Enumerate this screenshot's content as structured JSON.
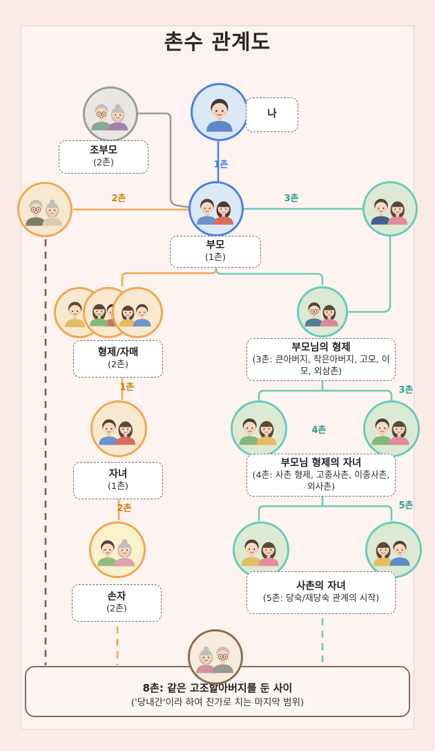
{
  "title": "촌수 관계도",
  "me_box_label": "나",
  "boxes": {
    "grandparents": {
      "title": "조부모",
      "subtitle": "(2촌)"
    },
    "parents": {
      "title": "부모",
      "subtitle": "(1촌)"
    },
    "siblings": {
      "title": "형제/자매",
      "subtitle": "(2촌)"
    },
    "parents_siblings": {
      "title": "부모님의 형제",
      "subtitle": "(3촌: 큰아버지, 작은아버지, 고모, 이모, 외삼촌)"
    },
    "children": {
      "title": "자녀",
      "subtitle": "(1촌)"
    },
    "parents_siblings_children": {
      "title": "부모님 형제의 자녀",
      "subtitle": "(4촌: 사촌 형제, 고종사촌, 이종사촌, 외사촌)"
    },
    "grandchildren": {
      "title": "손자",
      "subtitle": "(2촌)"
    },
    "cousins_children": {
      "title": "사촌의 자녀",
      "subtitle": "(5촌: 당숙/재당숙 관계의 시작)"
    }
  },
  "edge_labels": {
    "me_to_parents": "1촌",
    "grandparents_to_parents": "2촌",
    "parents_to_uncle": "3촌",
    "siblings_to_children": "1촌",
    "children_to_grandchildren": "2촌",
    "uncle_branch": "3촌",
    "between_cousins": "4촌",
    "cousins_branch": "5촌"
  },
  "footer": {
    "line1": "8촌: 같은 고조할아버지를 둔 사이",
    "line2": "('당내간'이라 하여 친가로 치는 마지막 범위)"
  },
  "avatars": {
    "grandparents": "elderly-couple-icon",
    "me": "young-man-icon",
    "maternal_grandparents": "elderly-couple-icon",
    "parents": "adult-couple-icon",
    "uncle_aunt": "adult-couple-icon",
    "siblings": "three-siblings-icon",
    "parents_siblings": "adult-couple-glasses-icon",
    "children": "boy-and-girl-icon",
    "cousin_left": "adult-couple-icon",
    "cousin_right": "adult-couple-icon",
    "grandchildren": "child-and-grandmother-icon",
    "cousins_child_left": "adult-couple-icon",
    "cousins_child_right": "girl-and-boy-icon",
    "great_great_grandparents": "elderly-couple-icon"
  },
  "colors": {
    "page_bg": "#fbebe7",
    "card_bg": "#fdf3f0",
    "title_text": "#2b2422",
    "blue": "#4a7de8",
    "orange": "#f2a64e",
    "orange_text": "#c8860a",
    "teal": "#67cbba",
    "teal_text": "#2f9d8d",
    "gray": "#9b9b9b",
    "brown": "#7d5b43",
    "brown_box": "#8a6a52"
  }
}
